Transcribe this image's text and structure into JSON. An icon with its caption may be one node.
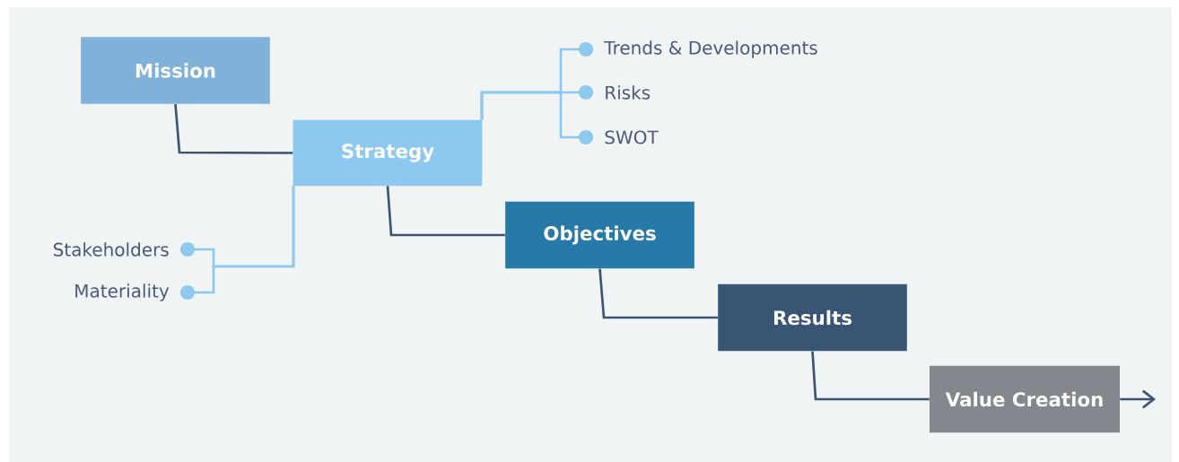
{
  "diagram": {
    "nodes": [
      {
        "text": [
          "Mission"
        ]
      },
      {
        "text": [
          "Strategy"
        ]
      },
      {
        "text": [
          "Objectives"
        ]
      },
      {
        "text": [
          "Results"
        ]
      },
      {
        "text": [
          "Value Creation"
        ]
      },
      {
        "text": [
          "Trends & Developments"
        ]
      },
      {
        "text": [
          "Risks"
        ]
      },
      {
        "text": [
          "SWOT"
        ]
      },
      {
        "text": [
          "Stakeholders"
        ]
      },
      {
        "text": [
          "Materiality"
        ]
      }
    ],
    "edges": [
      {
        "from": 0,
        "to": 1,
        "arrow": "none",
        "color": "#3a5474"
      },
      {
        "from": 1,
        "to": 2,
        "arrow": "none",
        "color": "#3a5474"
      },
      {
        "from": 2,
        "to": 3,
        "arrow": "none",
        "color": "#3a5474"
      },
      {
        "from": 3,
        "to": 4,
        "arrow": "none",
        "color": "#3a5474"
      },
      {
        "from": 4,
        "to": null,
        "arrow": "to",
        "color": "#3a5474"
      },
      {
        "from": 5,
        "to": 1,
        "arrow": "other",
        "color": "#8dc8ee"
      },
      {
        "from": 6,
        "to": 1,
        "arrow": "other",
        "color": "#8dc8ee"
      },
      {
        "from": 7,
        "to": 1,
        "arrow": "other",
        "color": "#8dc8ee"
      },
      {
        "from": 8,
        "to": 1,
        "arrow": "other",
        "color": "#8dc8ee"
      },
      {
        "from": 9,
        "to": 1,
        "arrow": "other",
        "color": "#8dc8ee"
      }
    ]
  }
}
